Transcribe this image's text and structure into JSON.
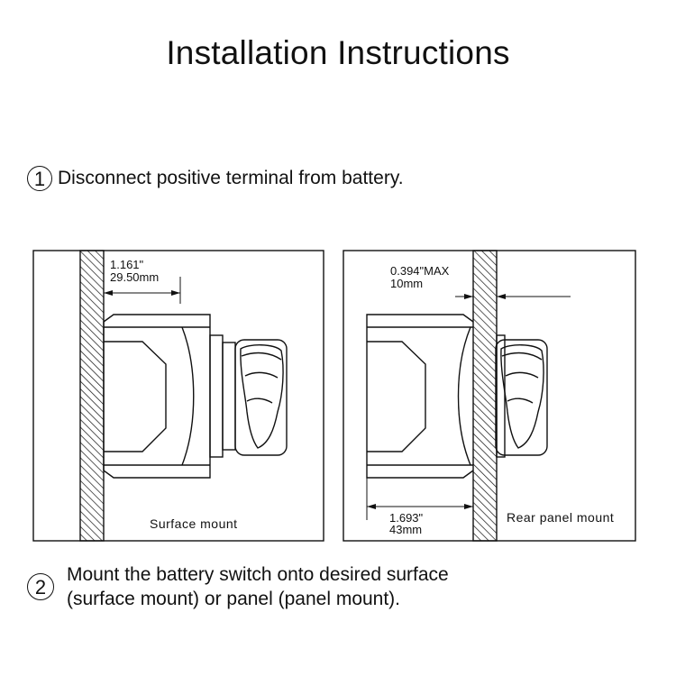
{
  "title": "Installation Instructions",
  "steps": [
    {
      "number": "1",
      "text": "Disconnect positive terminal from battery."
    },
    {
      "number": "2",
      "lines": [
        "Mount the battery switch onto desired surface",
        "(surface mount) or panel (panel mount)."
      ]
    }
  ],
  "diagrams": {
    "surface": {
      "caption": "Surface mount",
      "dim_in": "1.161\"",
      "dim_mm": "29.50mm"
    },
    "rear": {
      "caption": "Rear panel mount",
      "top_dim_in": "0.394\"MAX",
      "top_dim_mm": "10mm",
      "bottom_dim_in": "1.693\"",
      "bottom_dim_mm": "43mm"
    }
  }
}
